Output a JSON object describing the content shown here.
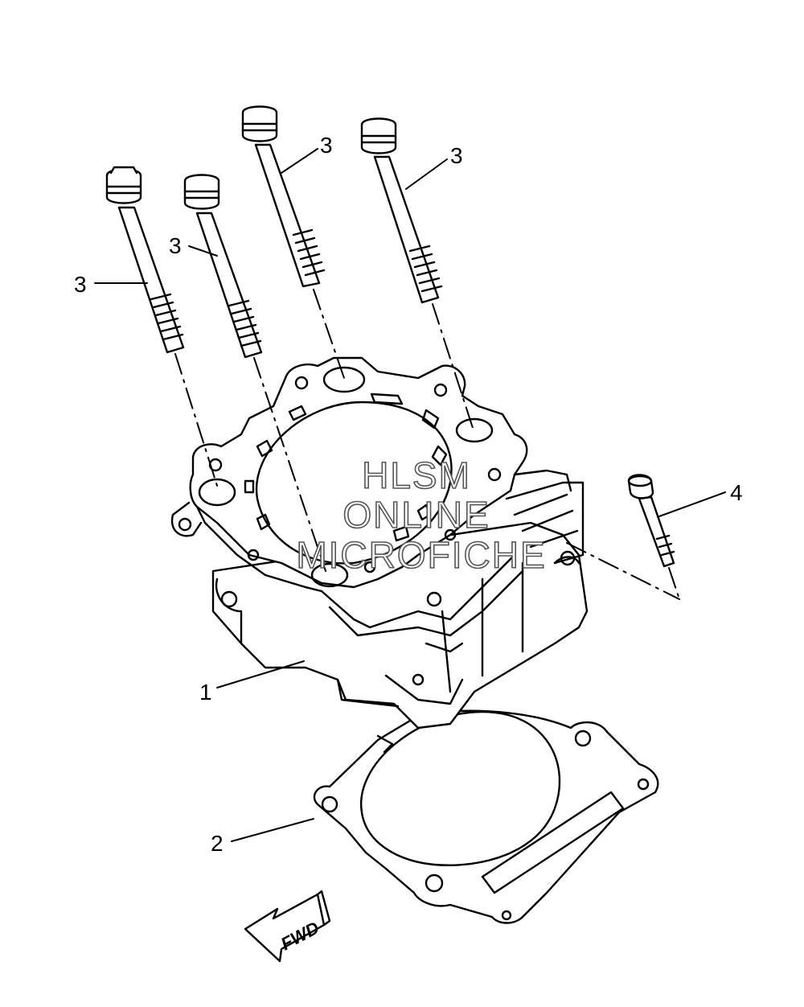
{
  "callouts": {
    "cylinder": "1",
    "gasket": "2",
    "bolt_a": "3",
    "bolt_b": "3",
    "bolt_c": "3",
    "bolt_d": "3",
    "small_bolt": "4"
  },
  "watermark": {
    "line1": "HLSM",
    "line2": "ONLINE",
    "line3": "MICROFICHE"
  },
  "direction_arrow": {
    "label": "FWD"
  },
  "colors": {
    "line": "#000000",
    "background": "#ffffff"
  }
}
